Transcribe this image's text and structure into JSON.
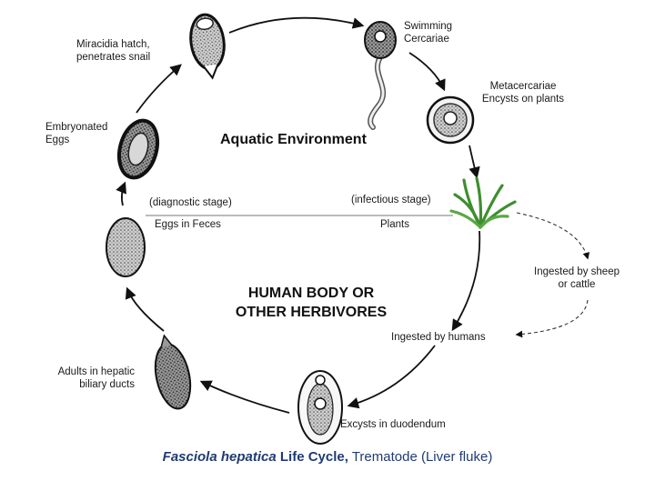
{
  "diagram": {
    "heading_aquatic": "Aquatic Environment",
    "heading_body_line1": "HUMAN BODY OR",
    "heading_body_line2": "OTHER HERBIVORES",
    "stages": {
      "swimming_line1": "Swimming",
      "swimming_line2": "Cercariae",
      "metacercariae_line1": "Metacercariae",
      "metacercariae_line2": "Encysts on plants",
      "miracidia_line1": "Miracidia hatch,",
      "miracidia_line2": "penetrates snail",
      "embryonated_line1": "Embryonated",
      "embryonated_line2": "Eggs",
      "diagnostic_stage": "(diagnostic stage)",
      "eggs_in_feces": "Eggs in Feces",
      "infectious_stage": "(infectious stage)",
      "plants": "Plants",
      "ingested_sheep_line1": "Ingested by sheep",
      "ingested_sheep_line2": "or cattle",
      "ingested_humans": "Ingested by humans",
      "adults_line1": "Adults in hepatic",
      "adults_line2": "biliary ducts",
      "excysts": "Excysts in duodendum"
    },
    "caption": {
      "species": "Fasciola hepatica",
      "life_cycle": " Life Cycle,",
      "rest": " Trematode (Liver fluke)"
    },
    "colors": {
      "caption": "#1f3b73",
      "arrows": "#111111",
      "plant": "#3e8e2f"
    }
  }
}
